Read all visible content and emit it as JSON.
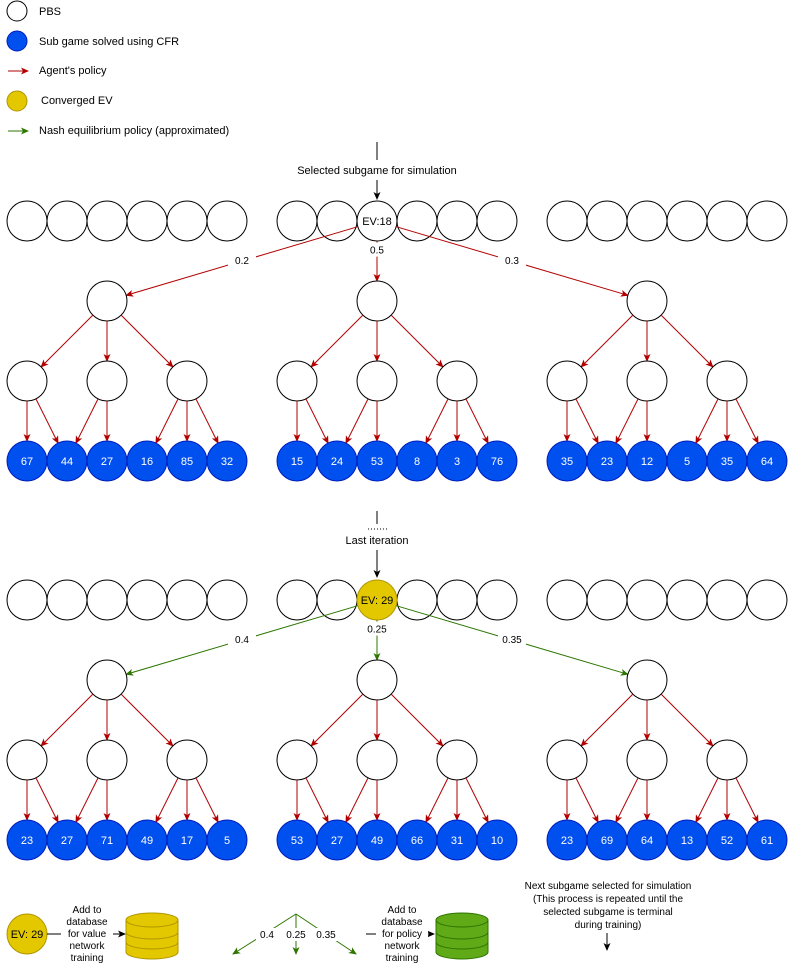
{
  "legend": {
    "pbs": "PBS",
    "cfr": "Sub game solved using CFR",
    "agent_policy": "Agent's policy",
    "converged_ev": "Converged EV",
    "nash_policy": "Nash equilibrium policy (approximated)"
  },
  "colors": {
    "cfr_blue": "#0050ef",
    "ev_gold": "#e3c800",
    "nash_green": "#2d7600",
    "agent_red": "#b20000",
    "db_green": "#60a917"
  },
  "top": {
    "label": "Selected subgame for simulation",
    "root_ev": "EV:18",
    "probs": [
      "0.2",
      "0.5",
      "0.3"
    ],
    "leaves": [
      [
        "67",
        "44",
        "27",
        "16",
        "85",
        "32"
      ],
      [
        "15",
        "24",
        "53",
        "8",
        "3",
        "76"
      ],
      [
        "35",
        "23",
        "12",
        "5",
        "35",
        "64"
      ]
    ]
  },
  "bottom": {
    "label": "Last iteration",
    "root_ev": "EV: 29",
    "probs": [
      "0.4",
      "0.25",
      "0.35"
    ],
    "leaves": [
      [
        "23",
        "27",
        "71",
        "49",
        "17",
        "5"
      ],
      [
        "53",
        "27",
        "49",
        "66",
        "31",
        "10"
      ],
      [
        "23",
        "69",
        "64",
        "13",
        "52",
        "61"
      ]
    ],
    "next_note": [
      "Next subgame selected for simulation",
      "(This process is repeated until the",
      "selected subgame is terminal",
      "during training)"
    ]
  },
  "footer": {
    "ev": "EV: 29",
    "value_db": [
      "Add to",
      "database",
      "for value",
      "network",
      "training"
    ],
    "probs": [
      "0.4",
      "0.25",
      "0.35"
    ],
    "policy_db": [
      "Add to",
      "database",
      "for policy",
      "network",
      "training"
    ]
  }
}
